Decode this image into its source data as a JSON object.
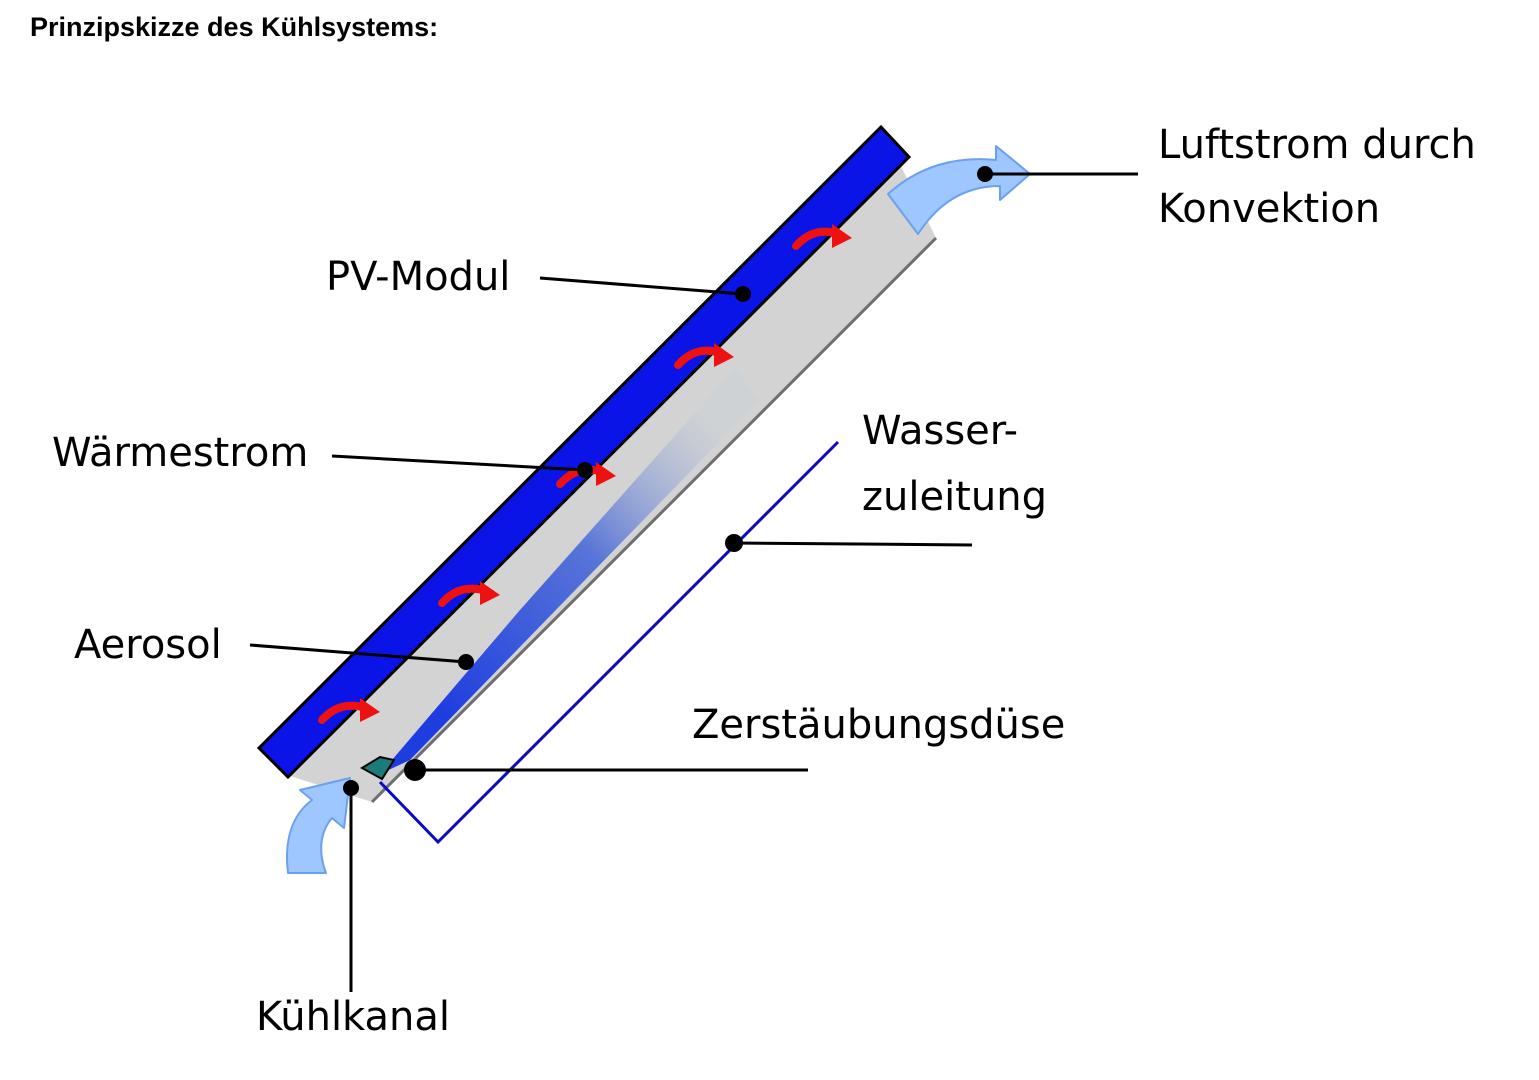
{
  "title": "Prinzipskizze des Kühlsystems:",
  "labels": {
    "pv_module": "PV-Modul",
    "heat_flow": "Wärmestrom",
    "aerosol": "Aerosol",
    "convection_line1": "Luftstrom durch",
    "convection_line2": "Konvektion",
    "water_line1": "Wasser-",
    "water_line2": "zuleitung",
    "nozzle": "Zerstäubungsdüse",
    "cooling_channel": "Kühlkanal"
  },
  "colors": {
    "pv_module": "#0a14e6",
    "cooling_channel": "#d2d2d2",
    "channel_edge": "#6e6e6e",
    "aerosol": "#2a50d0",
    "heat_arrow": "#ee1111",
    "air_arrow": "#9ec7ff",
    "water_pipe": "#0a0ac8",
    "nozzle": "#1b7a7a"
  }
}
